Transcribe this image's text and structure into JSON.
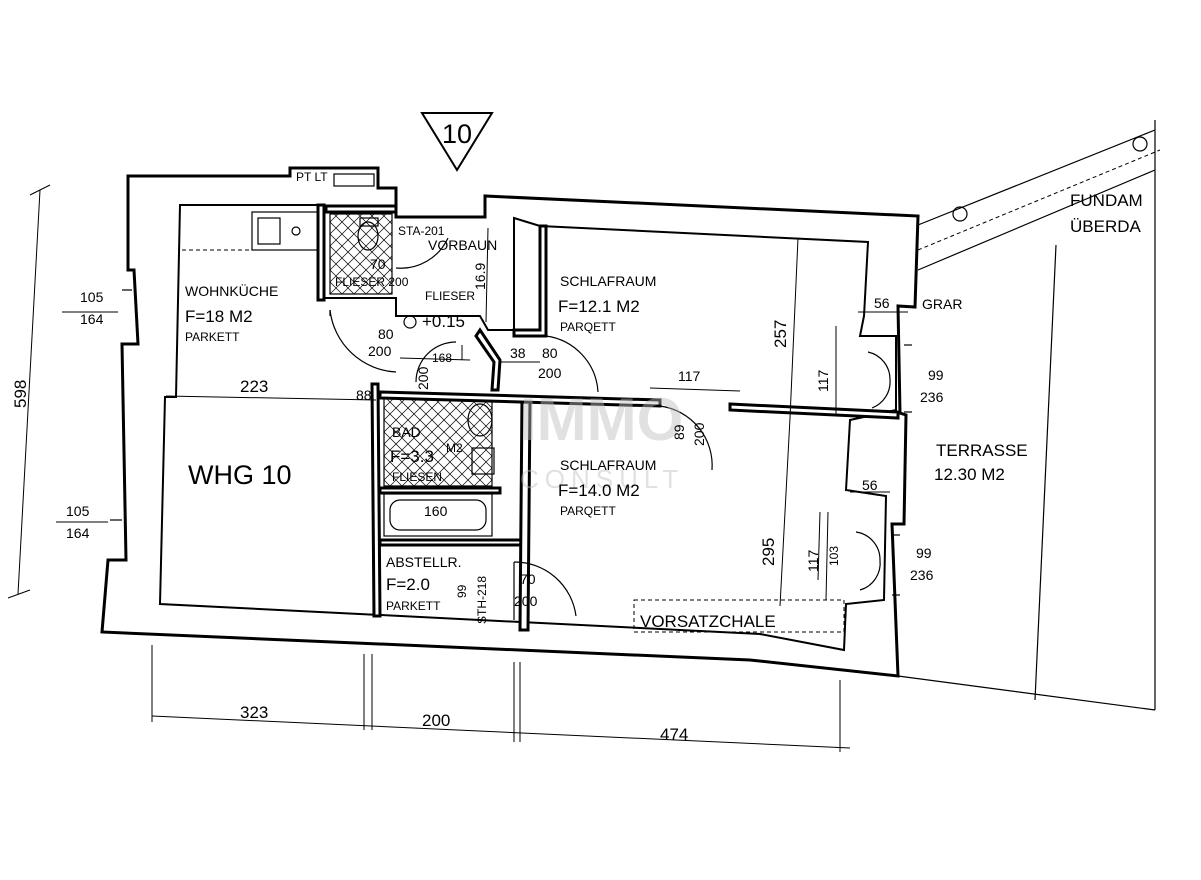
{
  "marker": "10",
  "apartment": "WHG 10",
  "rooms": {
    "wohnkueche": {
      "name": "WOHNKÜCHE",
      "area": "F=18 M2",
      "floor": "PARKETT"
    },
    "schlaf1": {
      "name": "SCHLAFRAUM",
      "area": "F=12.1 M2",
      "floor": "PARQETT"
    },
    "schlaf2": {
      "name": "SCHLAFRAUM",
      "area": "F=14.0 M2",
      "floor": "PARQETT"
    },
    "bad": {
      "name": "BAD",
      "area": "F=3.3",
      "area_sup": "M2",
      "floor": "FLIESEN"
    },
    "abstell": {
      "name": "ABSTELLR.",
      "area": "F=2.0",
      "floor": "PARKETT"
    },
    "terrasse": {
      "name": "TERRASSE",
      "area": "12.30 M2"
    }
  },
  "labels": {
    "pt_lt": "PT LT",
    "sta": "STA-201",
    "vorbau": "VORBAUN",
    "flieser_wc": "FLIESER 200",
    "flieser": "FLIESER",
    "level": "+0.15",
    "sth": "STH-218",
    "vorsatzschale": "VORSATZCHALE",
    "grar": "GRAR",
    "fundam": "FUNDAM",
    "ueberda": "ÜBERDA",
    "watermark": "IMMO",
    "watermark_sub": "CONSULT"
  },
  "dims": {
    "total_h": "598",
    "win_a": "105",
    "win_b": "164",
    "win2_a": "105",
    "win2_b": "164",
    "w223": "223",
    "w88": "88",
    "wc_door_a": "70",
    "wc_door_b": "200",
    "v169": "16.9",
    "door_a": "80",
    "door_b": "200",
    "w168": "168",
    "v200": "200",
    "w38": "38",
    "door2_a": "80",
    "door2_b": "200",
    "w117": "117",
    "v89": "89",
    "v200b": "200",
    "v257": "257",
    "v117a": "117",
    "w56a": "56",
    "win3_a": "99",
    "win3_b": "236",
    "w160": "160",
    "v295": "295",
    "v117b": "117",
    "v103": "103",
    "w56b": "56",
    "win4_a": "99",
    "win4_b": "236",
    "v99": "99",
    "door3_a": "70",
    "door3_b": "200",
    "b323": "323",
    "b200": "200",
    "b474": "474"
  }
}
